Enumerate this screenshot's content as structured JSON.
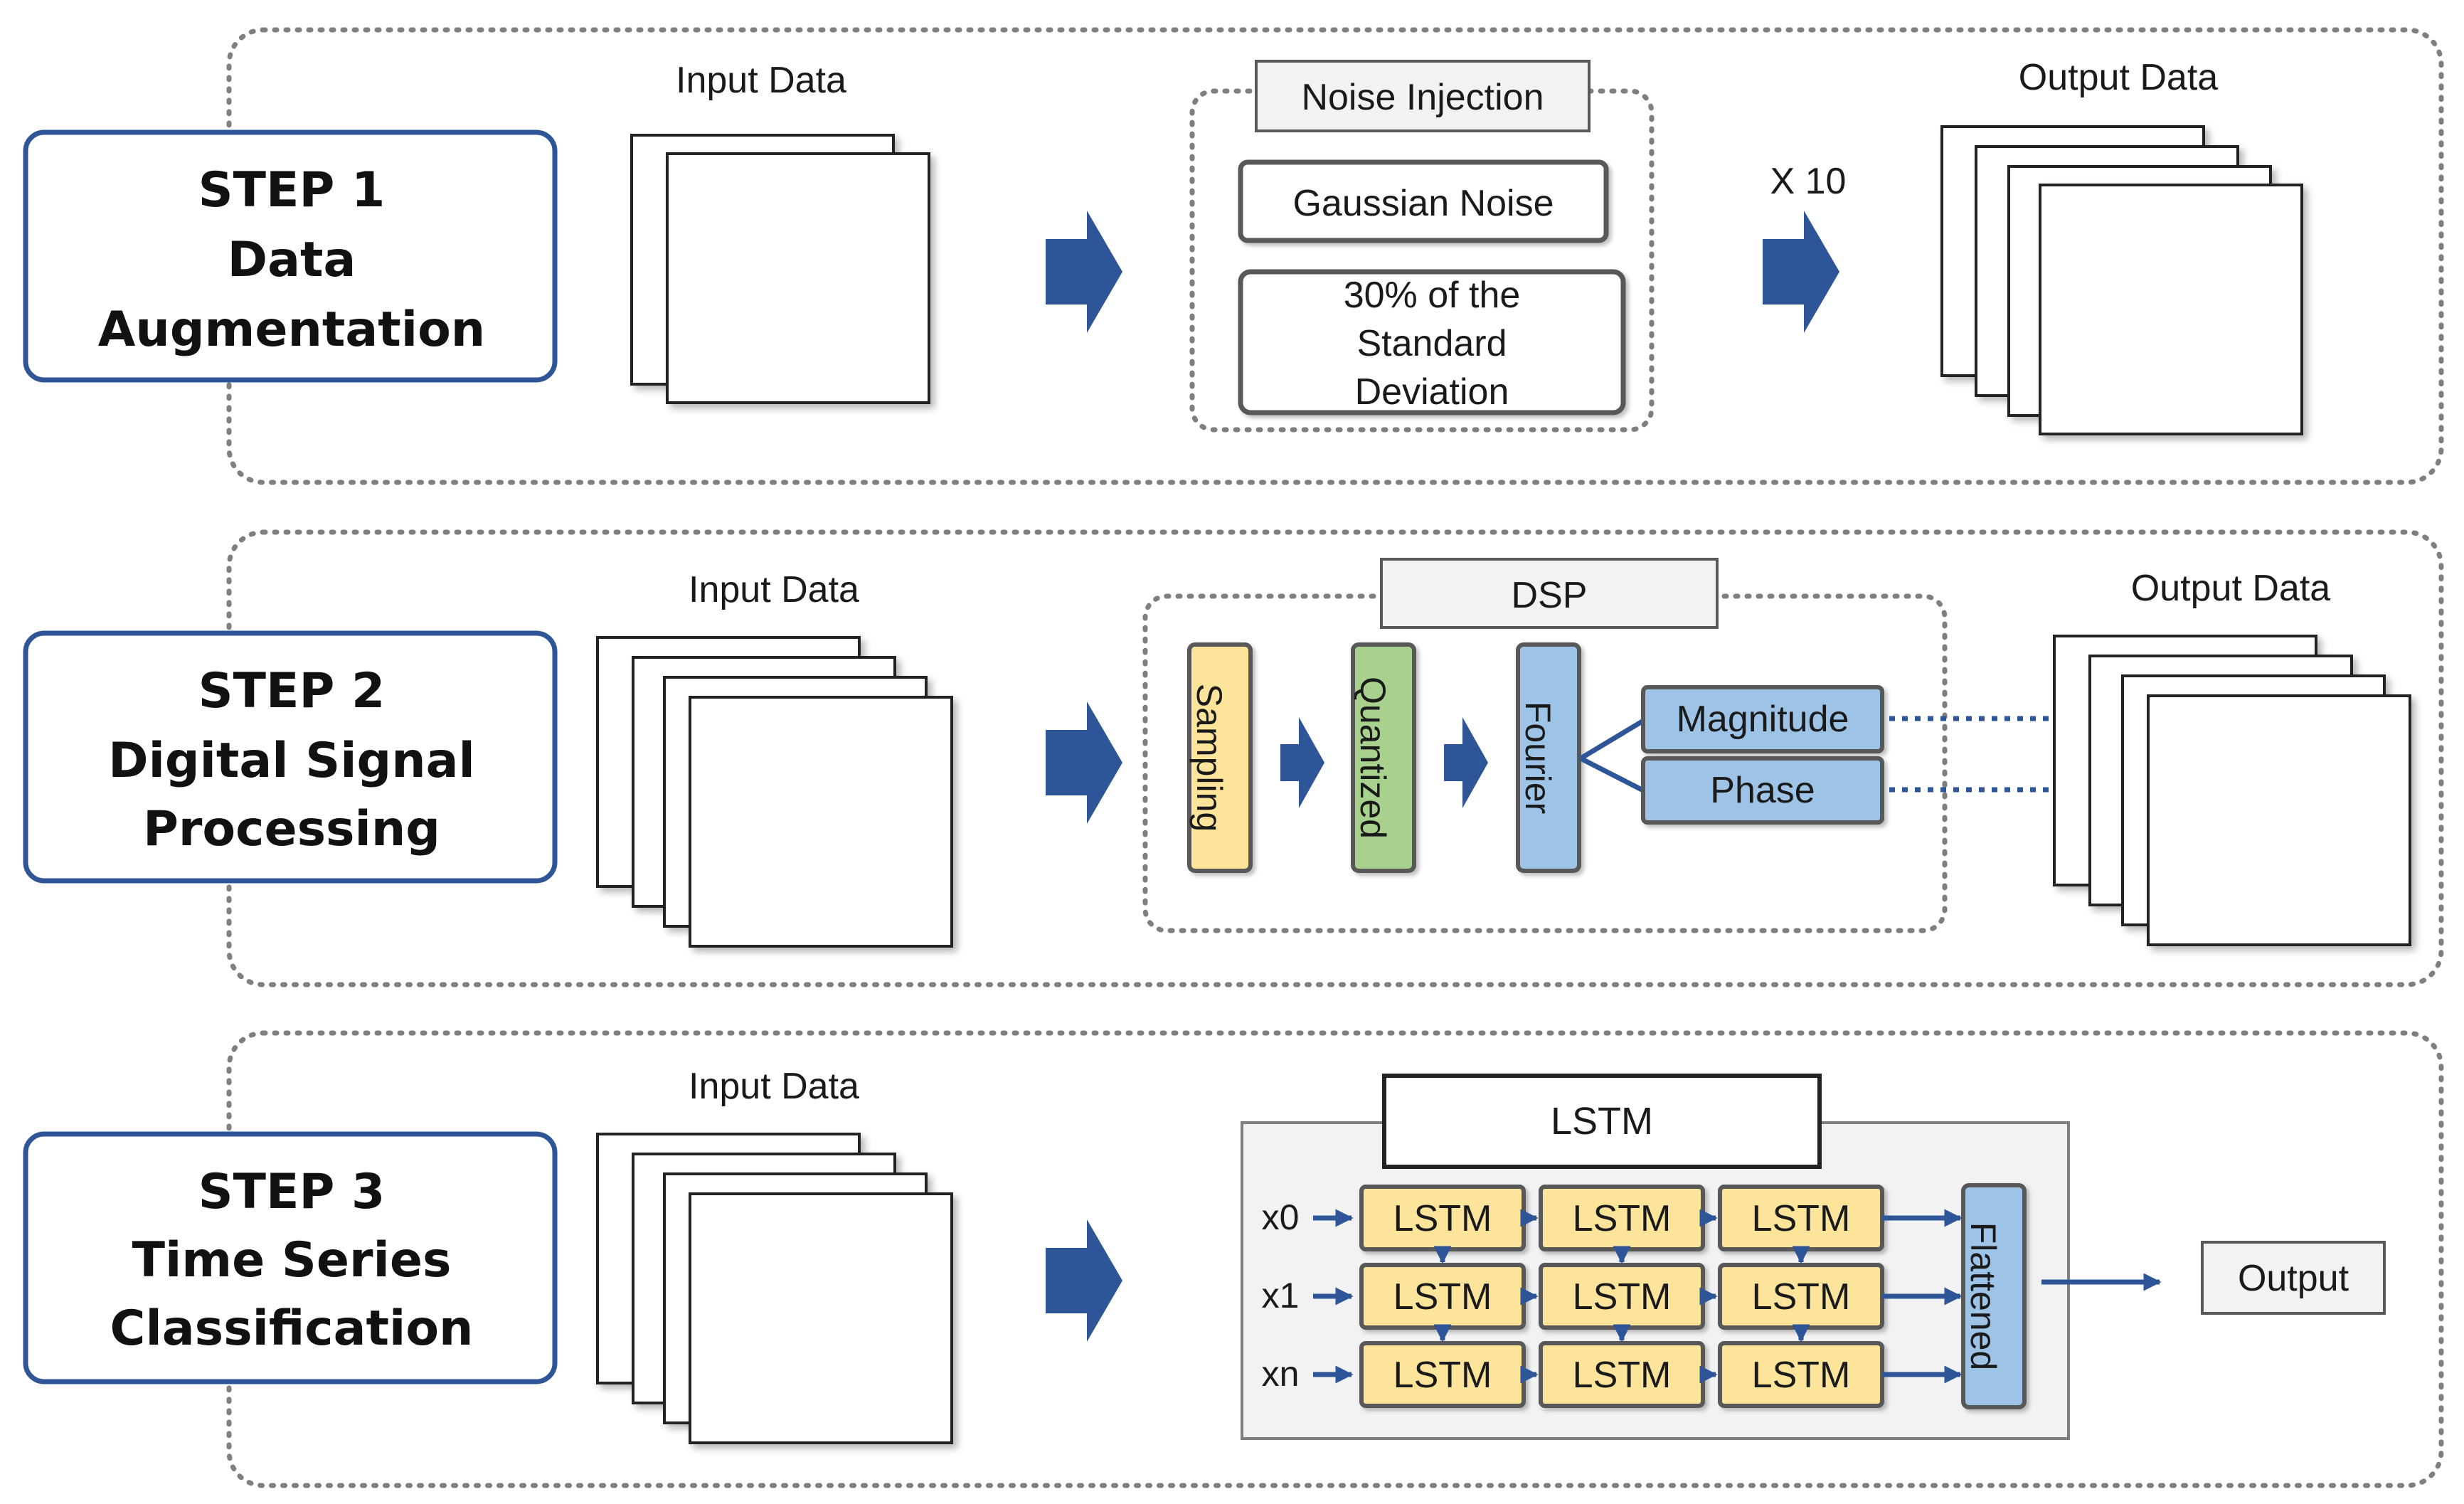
{
  "colors": {
    "accent": "#2e5597",
    "sampling": "#fce49a",
    "quantized": "#a9d18e",
    "fourier": "#9dc3e6",
    "lstm_cell": "#fce49a",
    "panel_fill": "#f2f2f2"
  },
  "steps": [
    {
      "number": "STEP 1",
      "lines": [
        "Data",
        "Augmentation"
      ]
    },
    {
      "number": "STEP 2",
      "lines": [
        "Digital Signal",
        "Processing"
      ]
    },
    {
      "number": "STEP 3",
      "lines": [
        "Time Series",
        "Classification"
      ]
    }
  ],
  "step1": {
    "input_label": "Input Data",
    "noise_title": "Noise Injection",
    "noise_type": "Gaussian Noise",
    "noise_amount": [
      "30% of the",
      "Standard",
      "Deviation"
    ],
    "multiplier": "X 10",
    "output_label": "Output Data"
  },
  "step2": {
    "input_label": "Input Data",
    "dsp_title": "DSP",
    "stages": [
      "Sampling",
      "Quantized",
      "Fourier"
    ],
    "outputs": [
      "Magnitude",
      "Phase"
    ],
    "output_label": "Output Data"
  },
  "step3": {
    "input_label": "Input Data",
    "lstm_title": "LSTM",
    "inputs": [
      "x0",
      "x1",
      "xn"
    ],
    "cell_label": "LSTM",
    "flatten_label": "Flattened",
    "output_label": "Output"
  },
  "icons": [
    "arrow-right-icon"
  ]
}
